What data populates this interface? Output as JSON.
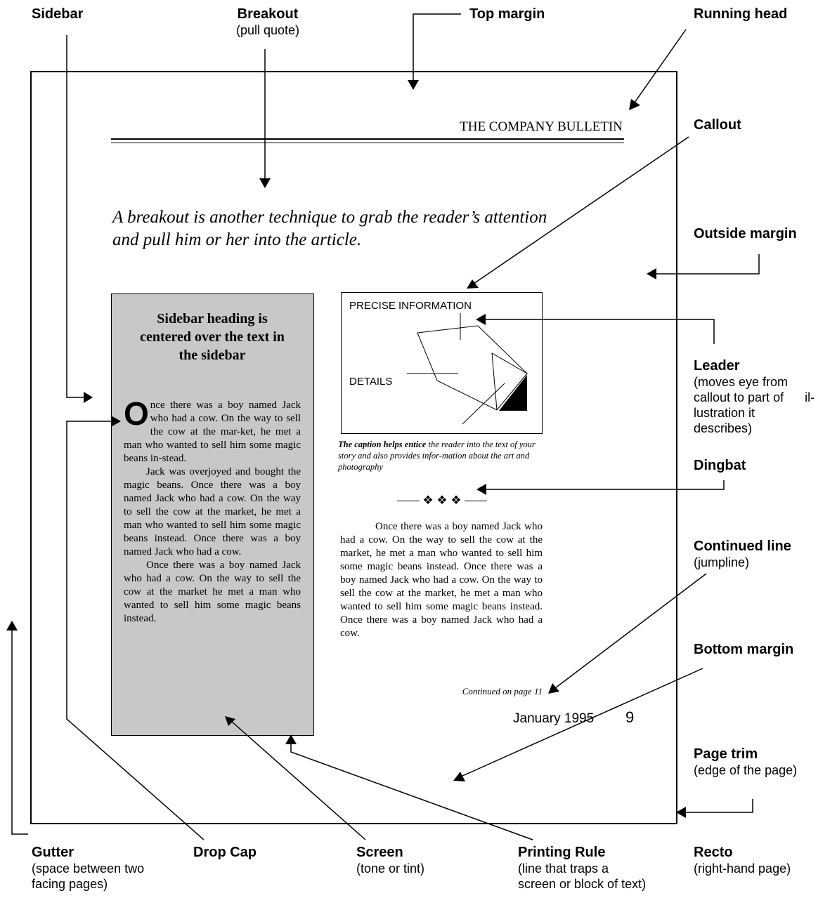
{
  "page": {
    "running_head": "THE COMPANY BULLETIN",
    "breakout_text": "A breakout is another technique to grab the reader’s attention and pull him or her into the article.",
    "sidebar": {
      "heading": "Sidebar heading is centered over the text in the sidebar",
      "drop_cap": "O",
      "para1_rest": "nce there was a boy named Jack who had a cow. On the way to sell the cow at the mar-ket, he met a man who wanted to sell him some magic beans in-stead.",
      "para2": "Jack was overjoyed and bought the magic beans. Once there was a boy named Jack who had a cow. On the way to sell the cow at the market, he met a man who wanted to sell him some magic beans instead. Once there was a boy named Jack who had a cow.",
      "para3": "Once there was a boy named Jack who had a cow. On the way to sell the cow at the market he met a man who wanted to sell him some magic beans instead."
    },
    "illustration": {
      "label_precise": "PRECISE INFORMATION",
      "label_details": "DETAILS"
    },
    "caption_bold": "The caption helps entice",
    "caption_rest": " the reader into the text of your story and also provides infor-mation about the art and photography",
    "dingbat": "❖ ❖ ❖",
    "article_text": "Once there was a boy named Jack who had a cow. On the way to sell the cow at the market, he met a man who wanted to sell him some magic beans instead. Once there was a boy named Jack who had a cow. On the way to sell the cow at the market, he met a man who wanted to sell him some magic beans instead. Once there was a boy named Jack who had a cow.",
    "continued_line": "Continued on page 11",
    "footer_date": "January 1995",
    "page_number": "9"
  },
  "labels": {
    "sidebar": {
      "title": "Sidebar"
    },
    "breakout": {
      "title": "Breakout",
      "desc": "(pull quote)"
    },
    "top_margin": {
      "title": "Top margin"
    },
    "running_head": {
      "title": "Running head"
    },
    "callout": {
      "title": "Callout"
    },
    "outside_margin": {
      "title": "Outside margin"
    },
    "leader": {
      "title": "Leader",
      "desc_lines": [
        "(moves eye from",
        "callout to part of      il-",
        "lustration it",
        "describes)"
      ]
    },
    "dingbat": {
      "title": "Dingbat"
    },
    "continued_line": {
      "title": "Continued line",
      "desc": "(jumpline)"
    },
    "bottom_margin": {
      "title": "Bottom margin"
    },
    "page_trim": {
      "title": "Page trim",
      "desc": "(edge of the page)"
    },
    "gutter": {
      "title": "Gutter",
      "desc_lines": [
        "(space between two",
        "facing pages)"
      ]
    },
    "drop_cap": {
      "title": "Drop Cap"
    },
    "screen": {
      "title": "Screen",
      "desc": "(tone or tint)"
    },
    "printing_rule": {
      "title": "Printing Rule",
      "desc_lines": [
        "(line that traps a",
        "screen or block of text)"
      ]
    },
    "recto": {
      "title": "Recto",
      "desc": "(right-hand page)"
    }
  }
}
